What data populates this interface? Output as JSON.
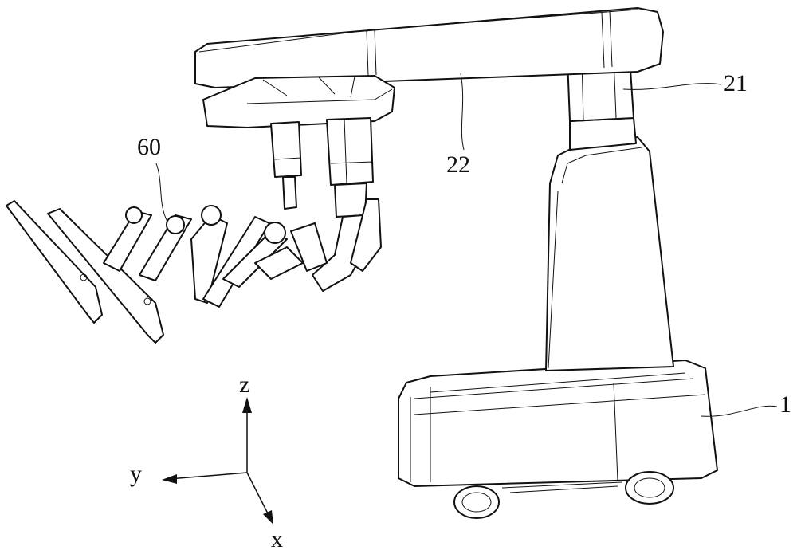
{
  "figure": {
    "reference_labels": {
      "base": "1",
      "column": "21",
      "arm": "22",
      "instruments": "60"
    },
    "axes": {
      "z": "z",
      "y": "y",
      "x": "x"
    }
  }
}
